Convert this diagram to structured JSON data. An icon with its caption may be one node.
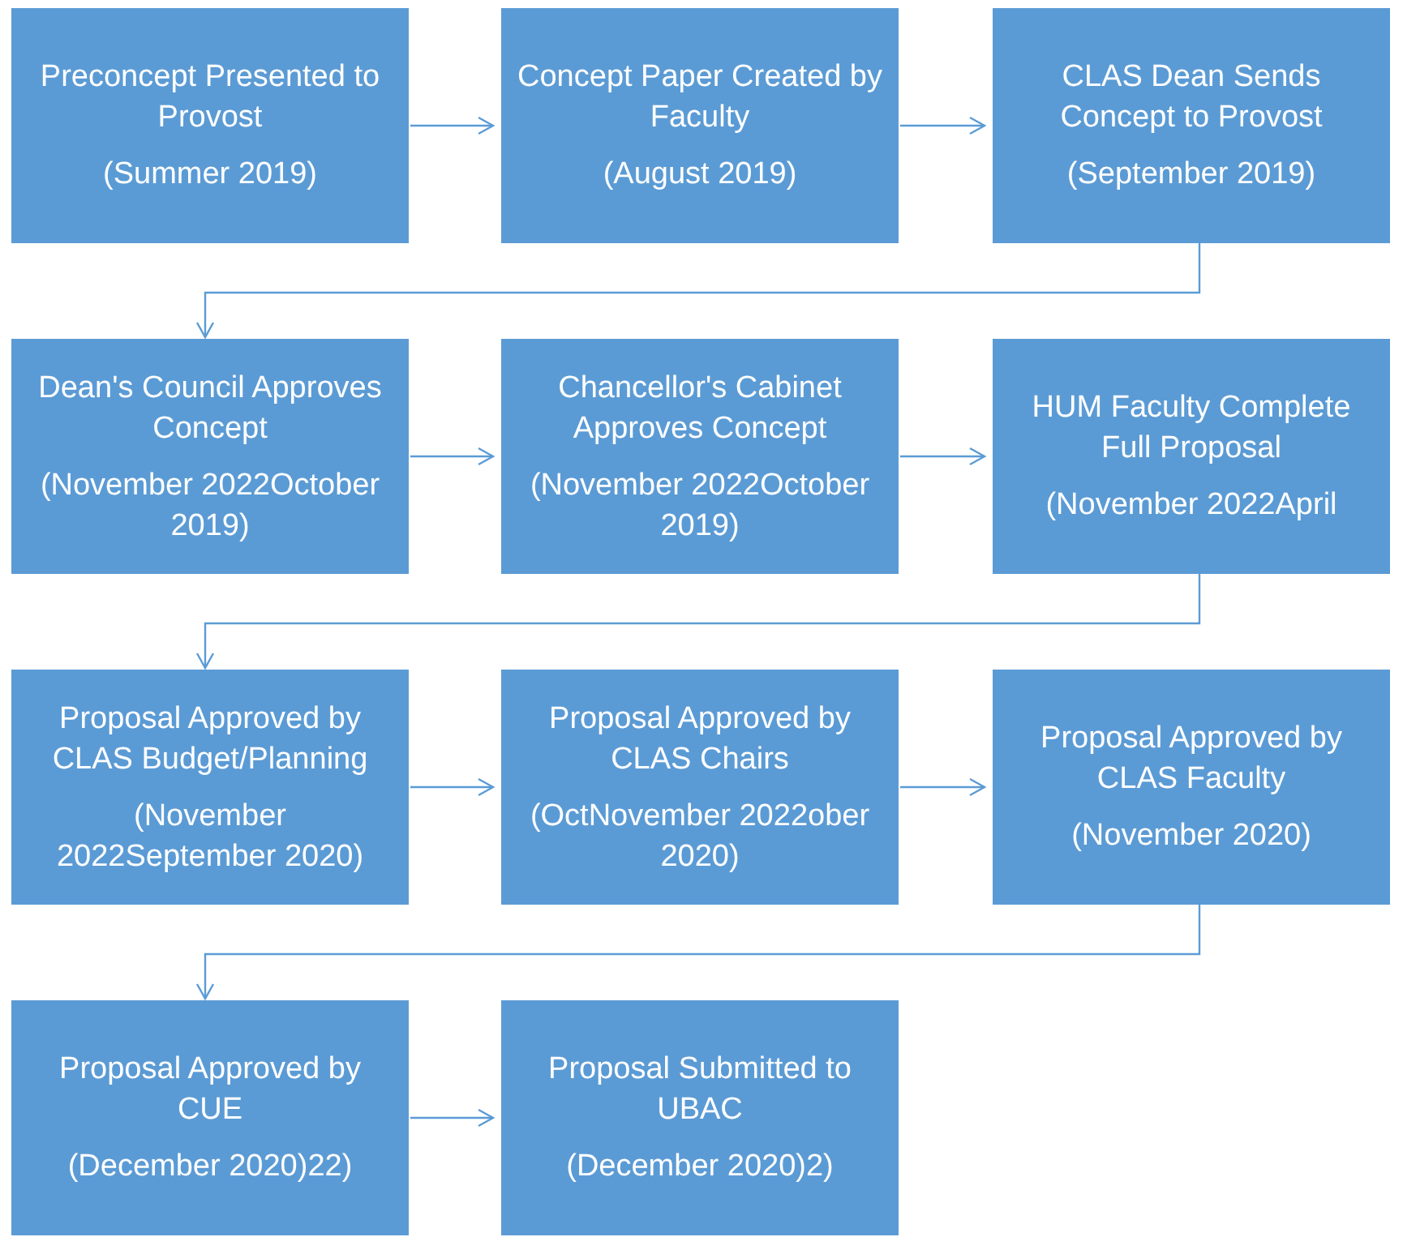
{
  "diagram": {
    "nodes": [
      {
        "text": [
          "Preconcept Presented to Provost",
          "(Summer 2019)"
        ]
      },
      {
        "text": [
          "Concept Paper Created by Faculty",
          "(August 2019)"
        ]
      },
      {
        "text": [
          "CLAS Dean Sends Concept to Provost",
          "(September 2019)"
        ]
      },
      {
        "text": [
          "Dean's Council Approves Concept",
          "(November 2022October 2019)"
        ]
      },
      {
        "text": [
          "Chancellor's Cabinet Approves Concept",
          "(November 2022October 2019)"
        ]
      },
      {
        "text": [
          "HUM Faculty Complete Full Proposal",
          "(November 2022April"
        ]
      },
      {
        "text": [
          "Proposal Approved by CLAS Budget/Planning",
          "(November 2022September 2020)"
        ]
      },
      {
        "text": [
          "Proposal Approved by CLAS Chairs",
          "(OctNovember 2022ober 2020)"
        ]
      },
      {
        "text": [
          "Proposal Approved by CLAS Faculty",
          "(November 2020)"
        ]
      },
      {
        "text": [
          "Proposal Approved by CUE",
          "(December 2020)22)"
        ]
      },
      {
        "text": [
          "Proposal Submitted to UBAC",
          "(December 2020)2)"
        ]
      }
    ],
    "edges": [
      {
        "from": 0,
        "to": 1,
        "arrow": "to"
      },
      {
        "from": 1,
        "to": 2,
        "arrow": "to"
      },
      {
        "from": 2,
        "to": 3,
        "arrow": "to"
      },
      {
        "from": 3,
        "to": 4,
        "arrow": "to"
      },
      {
        "from": 4,
        "to": 5,
        "arrow": "to"
      },
      {
        "from": 5,
        "to": 6,
        "arrow": "to"
      },
      {
        "from": 6,
        "to": 7,
        "arrow": "to"
      },
      {
        "from": 7,
        "to": 8,
        "arrow": "to"
      },
      {
        "from": 8,
        "to": 9,
        "arrow": "to"
      },
      {
        "from": 9,
        "to": 10,
        "arrow": "to"
      }
    ]
  }
}
